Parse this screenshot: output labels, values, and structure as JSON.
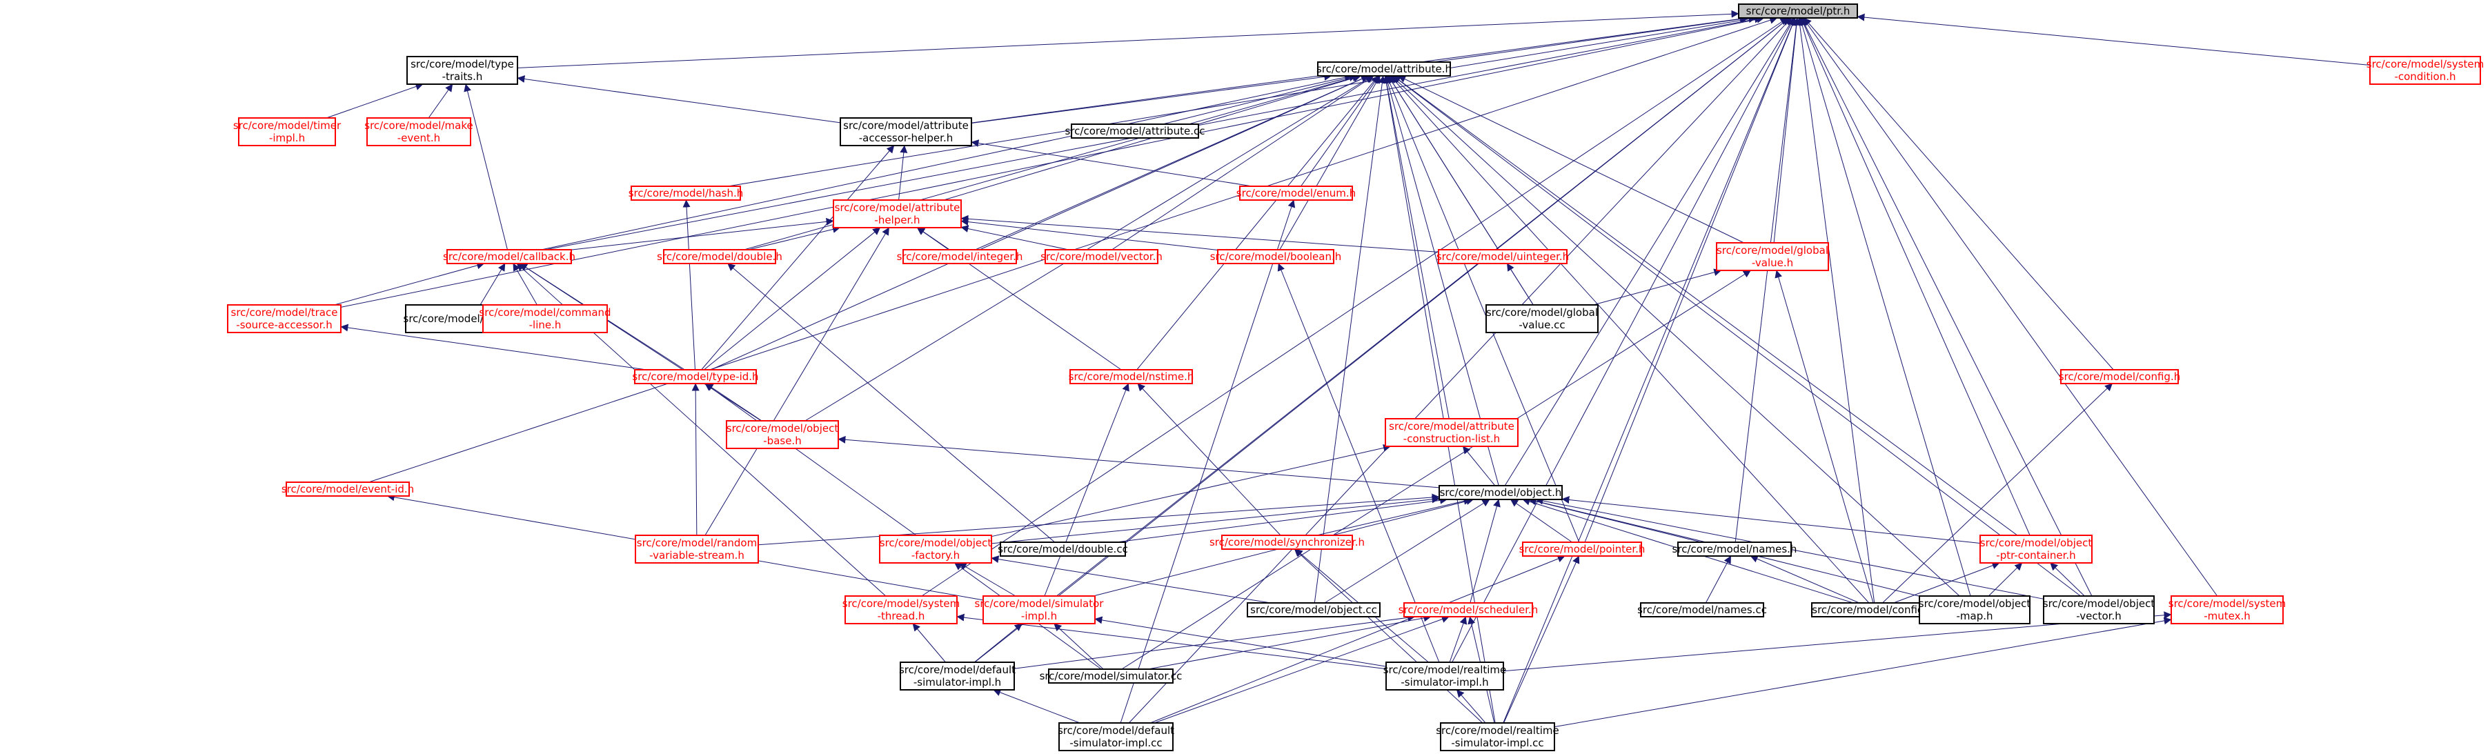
{
  "graph": {
    "colors": {
      "edge": "#191970",
      "root_fill": "#bfbfbf",
      "root_border": "#000000",
      "linked_border": "#000000",
      "unlinked_border": "#ff0000",
      "text": "#000000",
      "unlinked_text": "#ff0000"
    },
    "nodes": [
      {
        "id": "ptr",
        "lines": [
          "src/core/model/ptr.h"
        ],
        "kind": "root"
      },
      {
        "id": "typetraits",
        "lines": [
          "src/core/model/type",
          "-traits.h"
        ],
        "kind": "linked"
      },
      {
        "id": "attribute",
        "lines": [
          "src/core/model/attribute.h"
        ],
        "kind": "linked"
      },
      {
        "id": "syscond",
        "lines": [
          "src/core/model/system",
          "-condition.h"
        ],
        "kind": "unlinked"
      },
      {
        "id": "timerimpl",
        "lines": [
          "src/core/model/timer",
          "-impl.h"
        ],
        "kind": "unlinked"
      },
      {
        "id": "makeevent",
        "lines": [
          "src/core/model/make",
          "-event.h"
        ],
        "kind": "unlinked"
      },
      {
        "id": "accessor",
        "lines": [
          "src/core/model/attribute",
          "-accessor-helper.h"
        ],
        "kind": "linked"
      },
      {
        "id": "attrcc",
        "lines": [
          "src/core/model/attribute.cc"
        ],
        "kind": "linked"
      },
      {
        "id": "hash",
        "lines": [
          "src/core/model/hash.h"
        ],
        "kind": "unlinked"
      },
      {
        "id": "attrhelper",
        "lines": [
          "src/core/model/attribute",
          "-helper.h"
        ],
        "kind": "unlinked"
      },
      {
        "id": "enum",
        "lines": [
          "src/core/model/enum.h"
        ],
        "kind": "unlinked"
      },
      {
        "id": "callback",
        "lines": [
          "src/core/model/callback.h"
        ],
        "kind": "unlinked"
      },
      {
        "id": "double",
        "lines": [
          "src/core/model/double.h"
        ],
        "kind": "unlinked"
      },
      {
        "id": "integer",
        "lines": [
          "src/core/model/integer.h"
        ],
        "kind": "unlinked"
      },
      {
        "id": "vector",
        "lines": [
          "src/core/model/vector.h"
        ],
        "kind": "unlinked"
      },
      {
        "id": "boolean",
        "lines": [
          "src/core/model/boolean.h"
        ],
        "kind": "unlinked"
      },
      {
        "id": "uinteger",
        "lines": [
          "src/core/model/uinteger.h"
        ],
        "kind": "unlinked"
      },
      {
        "id": "globalvalue",
        "lines": [
          "src/core/model/global",
          "-value.h"
        ],
        "kind": "unlinked"
      },
      {
        "id": "trace",
        "lines": [
          "src/core/model/trace",
          "-source-accessor.h"
        ],
        "kind": "unlinked"
      },
      {
        "id": "callbackcc",
        "lines": [
          "src/core/model/callback.cc"
        ],
        "kind": "linked"
      },
      {
        "id": "cmdline",
        "lines": [
          "src/core/model/command",
          "-line.h"
        ],
        "kind": "unlinked"
      },
      {
        "id": "globalvaluecc",
        "lines": [
          "src/core/model/global",
          "-value.cc"
        ],
        "kind": "linked"
      },
      {
        "id": "typeid",
        "lines": [
          "src/core/model/type-id.h"
        ],
        "kind": "unlinked"
      },
      {
        "id": "nstime",
        "lines": [
          "src/core/model/nstime.h"
        ],
        "kind": "unlinked"
      },
      {
        "id": "config",
        "lines": [
          "src/core/model/config.h"
        ],
        "kind": "unlinked"
      },
      {
        "id": "objectbase",
        "lines": [
          "src/core/model/object",
          "-base.h"
        ],
        "kind": "unlinked"
      },
      {
        "id": "constrlist",
        "lines": [
          "src/core/model/attribute",
          "-construction-list.h"
        ],
        "kind": "unlinked"
      },
      {
        "id": "eventid",
        "lines": [
          "src/core/model/event-id.h"
        ],
        "kind": "unlinked"
      },
      {
        "id": "object",
        "lines": [
          "src/core/model/object.h"
        ],
        "kind": "linked"
      },
      {
        "id": "random",
        "lines": [
          "src/core/model/random",
          "-variable-stream.h"
        ],
        "kind": "unlinked"
      },
      {
        "id": "objfactory",
        "lines": [
          "src/core/model/object",
          "-factory.h"
        ],
        "kind": "unlinked"
      },
      {
        "id": "doublecc",
        "lines": [
          "src/core/model/double.cc"
        ],
        "kind": "linked"
      },
      {
        "id": "synchronizer",
        "lines": [
          "src/core/model/synchronizer.h"
        ],
        "kind": "unlinked"
      },
      {
        "id": "pointer",
        "lines": [
          "src/core/model/pointer.h"
        ],
        "kind": "unlinked"
      },
      {
        "id": "names",
        "lines": [
          "src/core/model/names.h"
        ],
        "kind": "linked"
      },
      {
        "id": "ptrcontainer",
        "lines": [
          "src/core/model/object",
          "-ptr-container.h"
        ],
        "kind": "unlinked"
      },
      {
        "id": "systhread",
        "lines": [
          "src/core/model/system",
          "-thread.h"
        ],
        "kind": "unlinked"
      },
      {
        "id": "simimpl",
        "lines": [
          "src/core/model/simulator",
          "-impl.h"
        ],
        "kind": "unlinked"
      },
      {
        "id": "objectcc",
        "lines": [
          "src/core/model/object.cc"
        ],
        "kind": "linked"
      },
      {
        "id": "scheduler",
        "lines": [
          "src/core/model/scheduler.h"
        ],
        "kind": "unlinked"
      },
      {
        "id": "namescc",
        "lines": [
          "src/core/model/names.cc"
        ],
        "kind": "linked"
      },
      {
        "id": "configcc",
        "lines": [
          "src/core/model/config.cc"
        ],
        "kind": "linked"
      },
      {
        "id": "objmap",
        "lines": [
          "src/core/model/object",
          "-map.h"
        ],
        "kind": "linked"
      },
      {
        "id": "objvector",
        "lines": [
          "src/core/model/object",
          "-vector.h"
        ],
        "kind": "linked"
      },
      {
        "id": "sysmutex",
        "lines": [
          "src/core/model/system",
          "-mutex.h"
        ],
        "kind": "unlinked"
      },
      {
        "id": "defsimimpl",
        "lines": [
          "src/core/model/default",
          "-simulator-impl.h"
        ],
        "kind": "linked"
      },
      {
        "id": "simcc",
        "lines": [
          "src/core/model/simulator.cc"
        ],
        "kind": "linked"
      },
      {
        "id": "rtsimimpl",
        "lines": [
          "src/core/model/realtime",
          "-simulator-impl.h"
        ],
        "kind": "linked"
      },
      {
        "id": "defsimimplcc",
        "lines": [
          "src/core/model/default",
          "-simulator-impl.cc"
        ],
        "kind": "linked"
      },
      {
        "id": "rtsimimplcc",
        "lines": [
          "src/core/model/realtime",
          "-simulator-impl.cc"
        ],
        "kind": "linked"
      }
    ],
    "edges": [
      [
        "typetraits",
        "ptr"
      ],
      [
        "attribute",
        "ptr"
      ],
      [
        "syscond",
        "ptr"
      ],
      [
        "accessor",
        "ptr"
      ],
      [
        "hash",
        "ptr"
      ],
      [
        "callback",
        "ptr"
      ],
      [
        "globalvalue",
        "ptr"
      ],
      [
        "trace",
        "ptr"
      ],
      [
        "config",
        "ptr"
      ],
      [
        "object",
        "ptr"
      ],
      [
        "eventid",
        "ptr"
      ],
      [
        "pointer",
        "ptr"
      ],
      [
        "names",
        "ptr"
      ],
      [
        "ptrcontainer",
        "ptr"
      ],
      [
        "objvector",
        "ptr"
      ],
      [
        "sysmutex",
        "ptr"
      ],
      [
        "systhread",
        "ptr"
      ],
      [
        "simimpl",
        "ptr"
      ],
      [
        "defsimimpl",
        "ptr"
      ],
      [
        "rtsimimpl",
        "ptr"
      ],
      [
        "defsimimplcc",
        "ptr"
      ],
      [
        "rtsimimplcc",
        "ptr"
      ],
      [
        "configcc",
        "ptr"
      ],
      [
        "objmap",
        "ptr"
      ],
      [
        "timerimpl",
        "typetraits"
      ],
      [
        "makeevent",
        "typetraits"
      ],
      [
        "accessor",
        "typetraits"
      ],
      [
        "callback",
        "typetraits"
      ],
      [
        "accessor",
        "attribute"
      ],
      [
        "attrcc",
        "attribute"
      ],
      [
        "attrhelper",
        "attribute"
      ],
      [
        "enum",
        "attribute"
      ],
      [
        "callback",
        "attribute"
      ],
      [
        "double",
        "attribute"
      ],
      [
        "integer",
        "attribute"
      ],
      [
        "vector",
        "attribute"
      ],
      [
        "boolean",
        "attribute"
      ],
      [
        "uinteger",
        "attribute"
      ],
      [
        "globalvalue",
        "attribute"
      ],
      [
        "globalvaluecc",
        "attribute"
      ],
      [
        "typeid",
        "attribute"
      ],
      [
        "nstime",
        "attribute"
      ],
      [
        "objectbase",
        "attribute"
      ],
      [
        "constrlist",
        "attribute"
      ],
      [
        "object",
        "attribute"
      ],
      [
        "pointer",
        "attribute"
      ],
      [
        "ptrcontainer",
        "attribute"
      ],
      [
        "objectcc",
        "attribute"
      ],
      [
        "objmap",
        "attribute"
      ],
      [
        "objvector",
        "attribute"
      ],
      [
        "rtsimimplcc",
        "attribute"
      ],
      [
        "configcc",
        "attribute"
      ],
      [
        "attrhelper",
        "accessor"
      ],
      [
        "enum",
        "accessor"
      ],
      [
        "typeid",
        "accessor"
      ],
      [
        "callback",
        "attrhelper"
      ],
      [
        "double",
        "attrhelper"
      ],
      [
        "integer",
        "attrhelper"
      ],
      [
        "vector",
        "attrhelper"
      ],
      [
        "boolean",
        "attrhelper"
      ],
      [
        "uinteger",
        "attrhelper"
      ],
      [
        "typeid",
        "attrhelper"
      ],
      [
        "nstime",
        "attrhelper"
      ],
      [
        "random",
        "attrhelper"
      ],
      [
        "typeid",
        "hash"
      ],
      [
        "defsimimplcc",
        "enum"
      ],
      [
        "trace",
        "callback"
      ],
      [
        "callbackcc",
        "callback"
      ],
      [
        "cmdline",
        "callback"
      ],
      [
        "typeid",
        "callback"
      ],
      [
        "objectbase",
        "callback"
      ],
      [
        "systhread",
        "callback"
      ],
      [
        "doublecc",
        "double"
      ],
      [
        "rtsimimpl",
        "boolean"
      ],
      [
        "globalvaluecc",
        "uinteger"
      ],
      [
        "globalvaluecc",
        "globalvalue"
      ],
      [
        "configcc",
        "globalvalue"
      ],
      [
        "simcc",
        "globalvalue"
      ],
      [
        "typeid",
        "trace"
      ],
      [
        "objectbase",
        "typeid"
      ],
      [
        "random",
        "typeid"
      ],
      [
        "objfactory",
        "typeid"
      ],
      [
        "synchronizer",
        "nstime"
      ],
      [
        "simimpl",
        "nstime"
      ],
      [
        "configcc",
        "config"
      ],
      [
        "object",
        "objectbase"
      ],
      [
        "objfactory",
        "constrlist"
      ],
      [
        "object",
        "constrlist"
      ],
      [
        "simimpl",
        "eventid"
      ],
      [
        "random",
        "object"
      ],
      [
        "objfactory",
        "object"
      ],
      [
        "doublecc",
        "object"
      ],
      [
        "synchronizer",
        "object"
      ],
      [
        "pointer",
        "object"
      ],
      [
        "names",
        "object"
      ],
      [
        "ptrcontainer",
        "object"
      ],
      [
        "simimpl",
        "object"
      ],
      [
        "objectcc",
        "object"
      ],
      [
        "scheduler",
        "object"
      ],
      [
        "configcc",
        "object"
      ],
      [
        "objmap",
        "object"
      ],
      [
        "objvector",
        "object"
      ],
      [
        "simimpl",
        "objfactory"
      ],
      [
        "objectcc",
        "objfactory"
      ],
      [
        "simcc",
        "objfactory"
      ],
      [
        "rtsimimpl",
        "synchronizer"
      ],
      [
        "rtsimimplcc",
        "synchronizer"
      ],
      [
        "defsimimplcc",
        "pointer"
      ],
      [
        "rtsimimplcc",
        "pointer"
      ],
      [
        "namescc",
        "names"
      ],
      [
        "configcc",
        "names"
      ],
      [
        "configcc",
        "ptrcontainer"
      ],
      [
        "objmap",
        "ptrcontainer"
      ],
      [
        "objvector",
        "ptrcontainer"
      ],
      [
        "defsimimpl",
        "systhread"
      ],
      [
        "rtsimimpl",
        "systhread"
      ],
      [
        "defsimimpl",
        "simimpl"
      ],
      [
        "simcc",
        "simimpl"
      ],
      [
        "rtsimimpl",
        "simimpl"
      ],
      [
        "defsimimpl",
        "scheduler"
      ],
      [
        "simcc",
        "scheduler"
      ],
      [
        "rtsimimpl",
        "scheduler"
      ],
      [
        "defsimimplcc",
        "scheduler"
      ],
      [
        "rtsimimplcc",
        "scheduler"
      ],
      [
        "rtsimimpl",
        "sysmutex"
      ],
      [
        "rtsimimplcc",
        "sysmutex"
      ],
      [
        "defsimimplcc",
        "defsimimpl"
      ],
      [
        "rtsimimplcc",
        "rtsimimpl"
      ]
    ]
  }
}
